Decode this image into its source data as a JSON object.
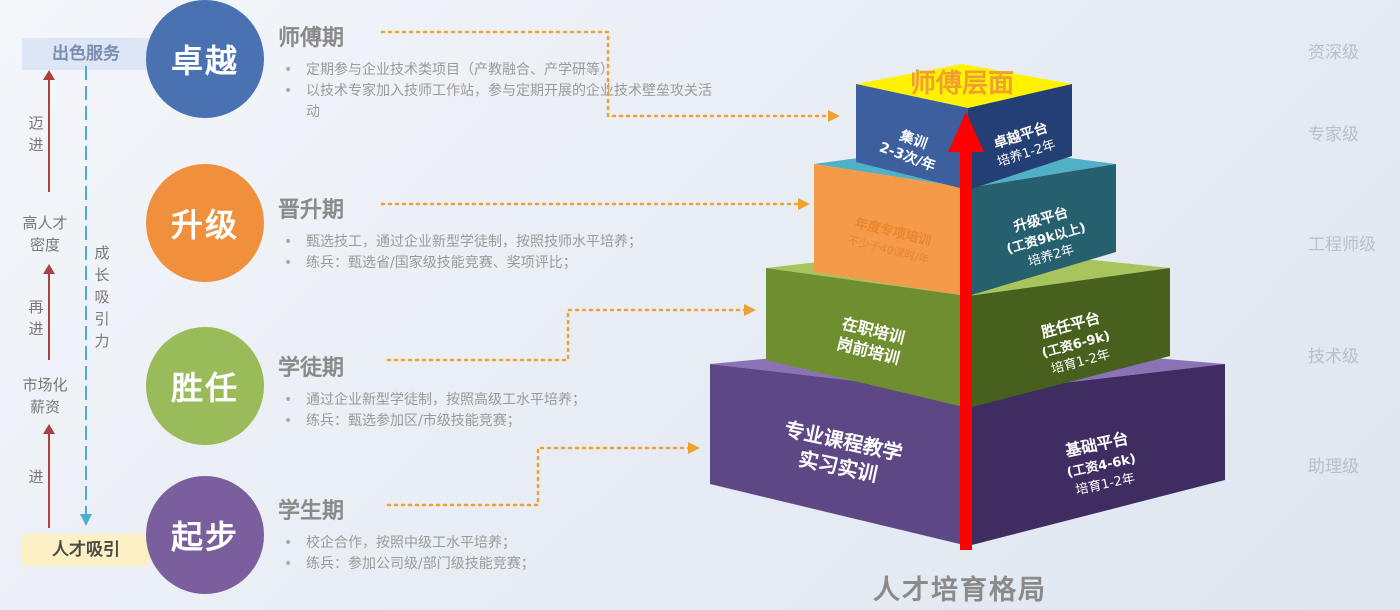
{
  "left": {
    "top_tag": "出色服务",
    "bottom_tag": "人才吸引",
    "maijin": "迈进",
    "density": [
      "高人才",
      "密度"
    ],
    "zaijin": "再进",
    "market": [
      "市场化",
      "薪资"
    ],
    "jin": "进",
    "attract": "成长吸引力"
  },
  "circles": [
    "卓越",
    "升级",
    "胜任",
    "起步"
  ],
  "stages": [
    {
      "title": "师傅期",
      "items": [
        "定期参与企业技术类项目（产教融合、产学研等）",
        "以技术专家加入技师工作站，参与定期开展的企业技术壁垒攻关活动"
      ]
    },
    {
      "title": "晋升期",
      "items": [
        "甄选技工，通过企业新型学徒制，按照技师水平培养；",
        "练兵：甄选省/国家级技能竞赛、奖项评比；"
      ]
    },
    {
      "title": "学徒期",
      "items": [
        "通过企业新型学徒制，按照高级工水平培养；",
        "练兵：甄选参加区/市级技能竞赛；"
      ]
    },
    {
      "title": "学生期",
      "items": [
        "校企合作，按照中级工水平培养；",
        "练兵：参加公司级/部门级技能竞赛；"
      ]
    }
  ],
  "pyramid": {
    "top": "师傅层面",
    "t1_left": [
      "集训",
      "2-3次/年"
    ],
    "t1_right": [
      "卓越平台",
      "培养1-2年"
    ],
    "t2_left": [
      "年度专项培训",
      "不少于40课时/年"
    ],
    "t2_right": [
      "升级平台",
      "(工资9k以上)",
      "培养2年"
    ],
    "t3_left": [
      "在职培训",
      "岗前培训"
    ],
    "t3_right": [
      "胜任平台",
      "(工资6-9k)",
      "培育1-2年"
    ],
    "t4_left": [
      "专业课程教学",
      "实习实训"
    ],
    "t4_right": [
      "基础平台",
      "(工资4-6k)",
      "培育1-2年"
    ]
  },
  "levels": [
    "资深级",
    "专家级",
    "工程师级",
    "技术级",
    "助理级"
  ],
  "bottom_title": "人才培育格局",
  "colors": {
    "blue": "#4a72b2",
    "orange": "#f08f3c",
    "green": "#9abb59",
    "purple": "#7a5e9e",
    "arrow": "#ff0000",
    "dots": "#f0a030"
  }
}
